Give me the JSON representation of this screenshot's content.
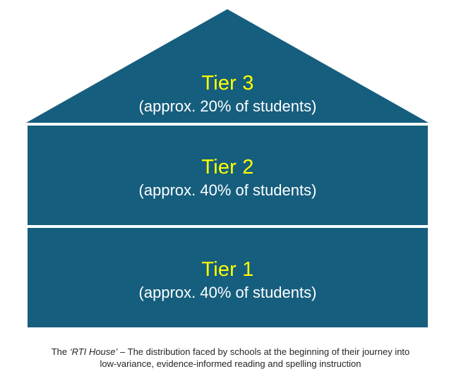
{
  "colors": {
    "house_fill": "#165E7E",
    "tier_label": "#FFFF00",
    "tier_subtitle": "#FFFFFF",
    "caption_text": "#262626",
    "background": "#FFFFFF"
  },
  "diagram": {
    "shape": "house",
    "tiers": [
      {
        "label": "Tier 3",
        "subtitle": "(approx. 20% of students)",
        "section": "roof-triangle",
        "percent": 20
      },
      {
        "label": "Tier 2",
        "subtitle": "(approx. 40% of students)",
        "section": "middle-rectangle",
        "percent": 40
      },
      {
        "label": "Tier 1",
        "subtitle": "(approx. 40% of students)",
        "section": "bottom-rectangle",
        "percent": 40
      }
    ]
  },
  "caption": {
    "line1_prefix": "The ",
    "line1_italic": "‘RTI House’",
    "line1_rest": " – The distribution faced by schools at the beginning of their journey into",
    "line2": "low-variance, evidence-informed reading and spelling instruction"
  }
}
